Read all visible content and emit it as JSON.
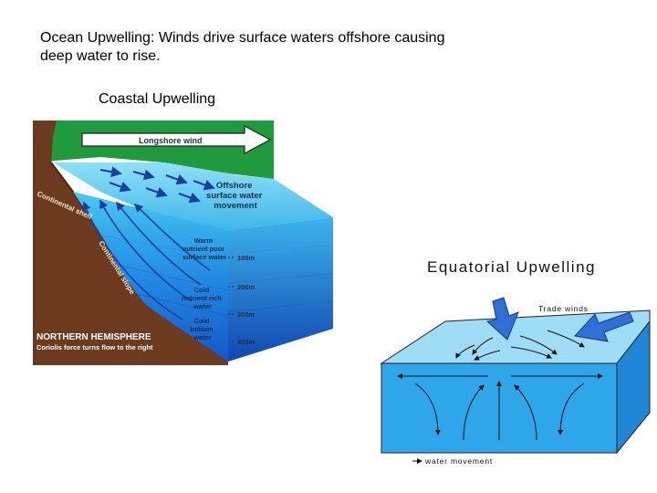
{
  "slide": {
    "title_line1": "Ocean Upwelling: Winds drive surface waters offshore causing",
    "title_line2": "deep water to rise."
  },
  "coastal": {
    "heading": "Coastal Upwelling",
    "wind_label": "Longshore wind",
    "offshore_label": [
      "Offshore",
      "surface water",
      "movement"
    ],
    "continental_shelf": "Continental shelf",
    "continental_slope": "Continental slope",
    "warm_label": [
      "Warm",
      "nutrient poor",
      "surface water"
    ],
    "cold_rich_label": [
      "Cold",
      "nutrient rich",
      "water"
    ],
    "cold_bottom_label": [
      "Cold",
      "bottom",
      "water"
    ],
    "depths": [
      "100m",
      "200m",
      "300m",
      "400m"
    ],
    "hemisphere": "NORTHERN HEMISPHERE",
    "coriolis": "Coriolis force turns flow to the right"
  },
  "equatorial": {
    "heading": "Equatorial Upwelling",
    "trade_winds": "Trade winds",
    "legend": "water movement"
  },
  "colors": {
    "land": "#1f9a3c",
    "soil": "#6b3a1f",
    "surface": "#5bc3ee",
    "deep": "#1c6fd8",
    "wind_arrow": "#2f6fd6"
  }
}
